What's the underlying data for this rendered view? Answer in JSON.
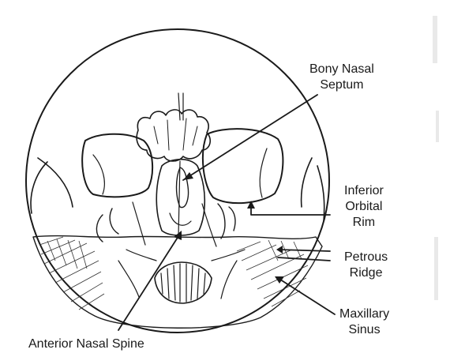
{
  "figure": {
    "labels": {
      "bony_nasal_septum_1": "Bony Nasal",
      "bony_nasal_septum_2": "Septum",
      "inferior_orbital_rim_1": "Inferior",
      "inferior_orbital_rim_2": "Orbital",
      "inferior_orbital_rim_3": "Rim",
      "petrous_ridge_1": "Petrous",
      "petrous_ridge_2": "Ridge",
      "maxillary_sinus_1": "Maxillary",
      "maxillary_sinus_2": "Sinus",
      "anterior_nasal_spine": "Anterior Nasal Spine"
    }
  }
}
